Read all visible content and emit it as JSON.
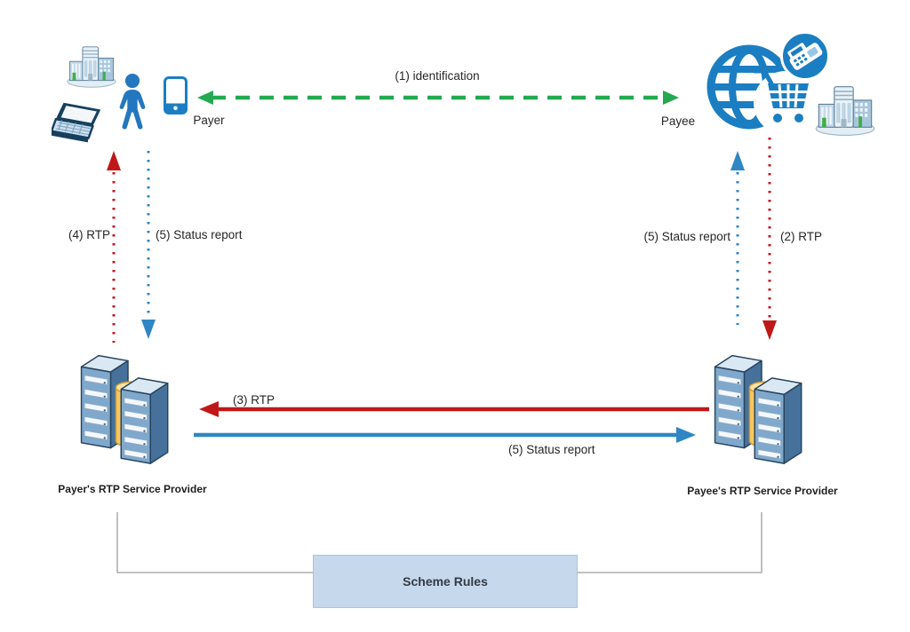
{
  "diagram": {
    "type": "rtp-payment-flow",
    "nodes": {
      "payer": {
        "label": "Payer"
      },
      "payee": {
        "label": "Payee"
      },
      "payer_provider": {
        "label": "Payer's RTP Service Provider"
      },
      "payee_provider": {
        "label": "Payee's RTP Service Provider"
      },
      "scheme_rules": {
        "label": "Scheme Rules"
      }
    },
    "flows": [
      {
        "id": "identification",
        "label": "(1) identification",
        "style": "dashed",
        "color": "#23a94f",
        "from": "payer",
        "to": "payee",
        "bidirectional": true
      },
      {
        "id": "rtp-2",
        "label": "(2) RTP",
        "style": "dotted",
        "color": "#c01818",
        "from": "payee",
        "to": "payee_provider"
      },
      {
        "id": "rtp-3",
        "label": "(3) RTP",
        "style": "solid",
        "color": "#c01818",
        "from": "payee_provider",
        "to": "payer_provider"
      },
      {
        "id": "rtp-4",
        "label": "(4) RTP",
        "style": "dotted",
        "color": "#c01818",
        "from": "payer_provider",
        "to": "payer"
      },
      {
        "id": "status-left",
        "label": "(5) Status report",
        "style": "dotted",
        "color": "#2e86c5",
        "from": "payer",
        "to": "payer_provider"
      },
      {
        "id": "status-bottom",
        "label": "(5) Status report",
        "style": "solid",
        "color": "#2e86c5",
        "from": "payer_provider",
        "to": "payee_provider"
      },
      {
        "id": "status-right",
        "label": "(5) Status report",
        "style": "dotted",
        "color": "#2e86c5",
        "from": "payee_provider",
        "to": "payee"
      }
    ],
    "colors": {
      "arrow_green": "#23a94f",
      "arrow_red": "#c01818",
      "arrow_blue": "#2e86c5",
      "icon_blue": "#1b7ec2",
      "scheme_box_fill": "#c5d8ec",
      "connector_gray": "#ababab"
    },
    "icons": {
      "payer_side": [
        "office-building-icon",
        "laptop-icon",
        "person-icon",
        "smartphone-icon"
      ],
      "payee_side": [
        "globe-icon",
        "shopping-cart-icon",
        "pos-terminal-icon",
        "office-building-icon"
      ],
      "payer_provider": [
        "server-stack-icon"
      ],
      "payee_provider": [
        "server-stack-icon"
      ]
    }
  }
}
